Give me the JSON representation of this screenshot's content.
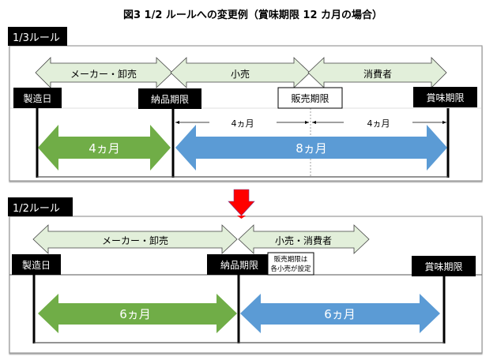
{
  "title": "図3  1/2 ルールへの変更例（賞味期限 12 カ月の場合）",
  "colors": {
    "tab_bg": "#000000",
    "light_arrow_fill": "#e2efda",
    "green_arrow": "#70ad47",
    "blue_arrow": "#5b9bd5",
    "red_arrow": "#ff0000",
    "frame_border": "#808080"
  },
  "rule_1_3": {
    "tab_label": "1/3ルール",
    "stages": [
      "メーカー・卸売",
      "小売",
      "消費者"
    ],
    "milestones": {
      "manufacture": "製造日",
      "delivery_deadline": "納品期限",
      "sales_deadline": "販売期限",
      "best_before": "賞味期限"
    },
    "measure_left": "4ヵ月",
    "measure_right": "4ヵ月",
    "period_manufacturer": "4ヵ月",
    "period_retail": "8ヵ月"
  },
  "rule_1_2": {
    "tab_label": "1/2ルール",
    "stages": [
      "メーカー・卸売",
      "小売・消費者"
    ],
    "milestones": {
      "manufacture": "製造日",
      "delivery_deadline": "納品期限",
      "best_before": "賞味期限"
    },
    "sales_note_line1": "販売期限は",
    "sales_note_line2": "各小売が設定",
    "period_manufacturer": "6ヵ月",
    "period_retail": "6ヵ月"
  },
  "transition_arrow": "down-arrow-icon"
}
